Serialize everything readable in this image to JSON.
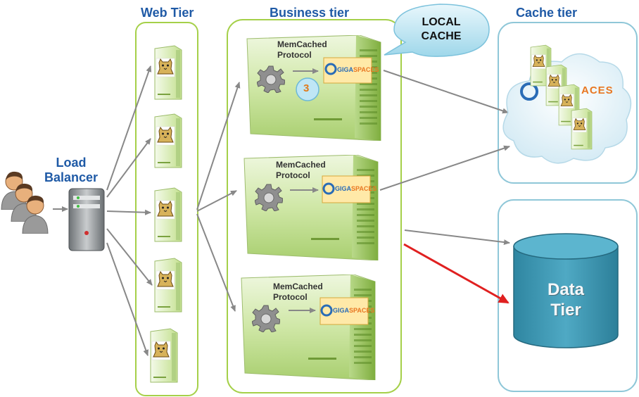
{
  "web_tier": {
    "title": "Web Tier"
  },
  "business_tier": {
    "title": "Business tier"
  },
  "cache_tier": {
    "title": "Cache tier",
    "logo_partial": "ACES"
  },
  "load_balancer": {
    "line1": "Load",
    "line2": "Balancer"
  },
  "local_cache": {
    "line1": "LOCAL",
    "line2": "CACHE"
  },
  "servers": [
    {
      "proto1": "MemCached",
      "proto2": "Protocol",
      "badge": "3"
    },
    {
      "proto1": "MemCached",
      "proto2": "Protocol"
    },
    {
      "proto1": "MemCached",
      "proto2": "Protocol"
    }
  ],
  "logo": {
    "giga": "GIGA",
    "spaces": "SPACES"
  },
  "data_tier": {
    "line1": "Data",
    "line2": "Tier"
  },
  "colors": {
    "tier_title": "#1f5aa6",
    "panel_border_green": "#9fcf3f",
    "panel_border_blue": "#8fc7d8",
    "arrow": "#888888",
    "highlight_arrow": "#e02020",
    "database": "#3f97b2"
  },
  "icons": [
    "user-icon",
    "load-balancer-icon",
    "tomcat-icon",
    "gear-icon",
    "gigaspaces-logo-icon",
    "database-icon"
  ]
}
